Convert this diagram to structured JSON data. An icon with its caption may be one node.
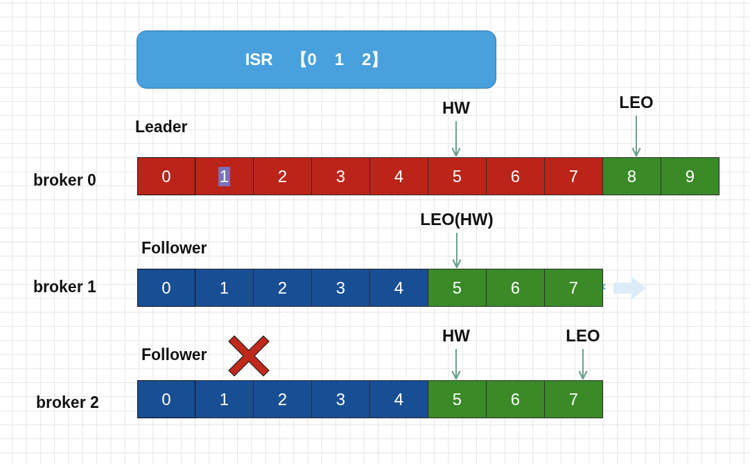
{
  "diagram": {
    "nodes": [
      {
        "text": [
          "ISR 【0 1 2】"
        ]
      },
      {
        "text": [
          "HW"
        ]
      },
      {
        "text": [
          "LEO"
        ]
      },
      {
        "text": [
          "0"
        ]
      },
      {
        "text": [
          "1"
        ]
      },
      {
        "text": [
          "2"
        ]
      },
      {
        "text": [
          "3"
        ]
      },
      {
        "text": [
          "4"
        ]
      },
      {
        "text": [
          "5"
        ]
      },
      {
        "text": [
          "6"
        ]
      },
      {
        "text": [
          "7"
        ]
      },
      {
        "text": [
          "8"
        ]
      },
      {
        "text": [
          "9"
        ]
      },
      {
        "text": [
          "LEO(HW)"
        ]
      },
      {
        "text": [
          "0"
        ]
      },
      {
        "text": [
          "1"
        ]
      },
      {
        "text": [
          "2"
        ]
      },
      {
        "text": [
          "3"
        ]
      },
      {
        "text": [
          "4"
        ]
      },
      {
        "text": [
          "5"
        ]
      },
      {
        "text": [
          "6"
        ]
      },
      {
        "text": [
          "7"
        ]
      },
      {
        "text": [
          "HW"
        ]
      },
      {
        "text": [
          "LEO"
        ]
      },
      {
        "text": [
          "0"
        ]
      },
      {
        "text": [
          "1"
        ]
      },
      {
        "text": [
          "2"
        ]
      },
      {
        "text": [
          "3"
        ]
      },
      {
        "text": [
          "4"
        ]
      },
      {
        "text": [
          "5"
        ]
      },
      {
        "text": [
          "6"
        ]
      },
      {
        "text": [
          "7"
        ]
      }
    ],
    "edges": [
      {
        "from": 1,
        "to": 8,
        "arrow": "to"
      },
      {
        "from": 2,
        "to": 11,
        "arrow": "to"
      },
      {
        "from": 13,
        "to": 19,
        "arrow": "to"
      },
      {
        "from": 22,
        "to": 29,
        "arrow": "to"
      },
      {
        "from": 23,
        "to": 31,
        "arrow": "to"
      }
    ],
    "labels": [
      "Leader",
      "broker 0",
      "Follower",
      "broker 1",
      "Follower",
      "broker 2"
    ]
  }
}
